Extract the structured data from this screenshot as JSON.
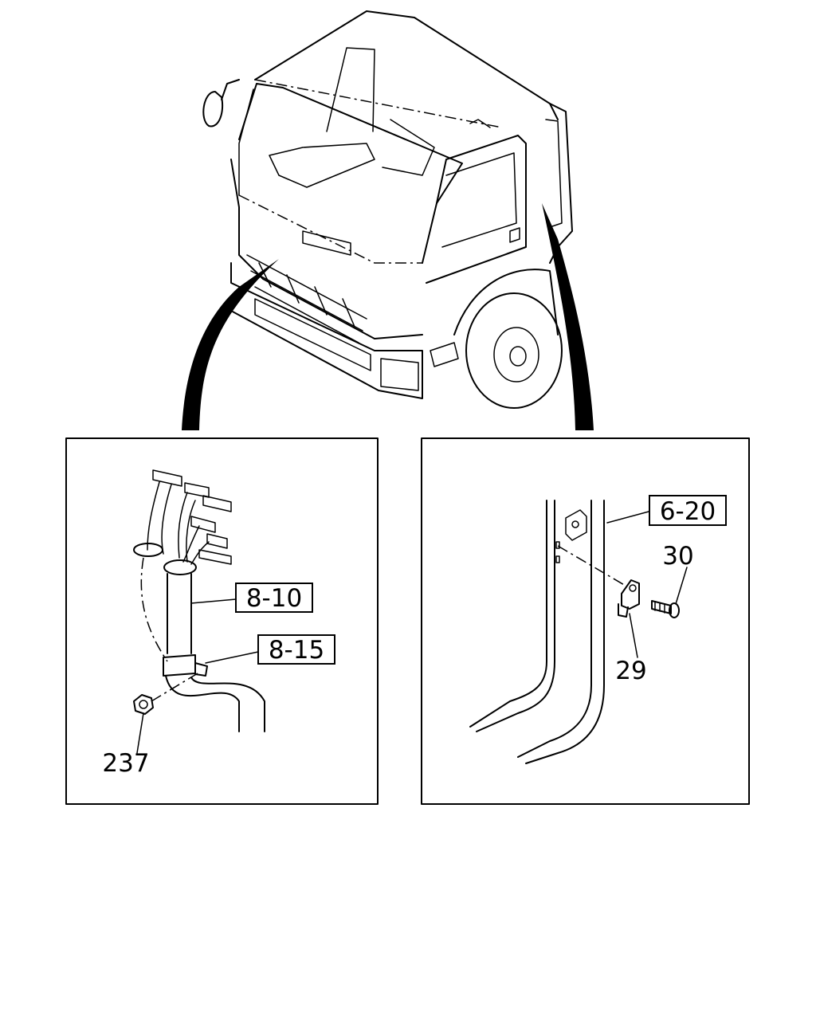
{
  "callouts": {
    "harness_8_10": "8-10",
    "clip_8_15": "8-15",
    "nut_237": "237",
    "door_6_20": "6-20",
    "bolt_30": "30",
    "striker_29": "29"
  }
}
